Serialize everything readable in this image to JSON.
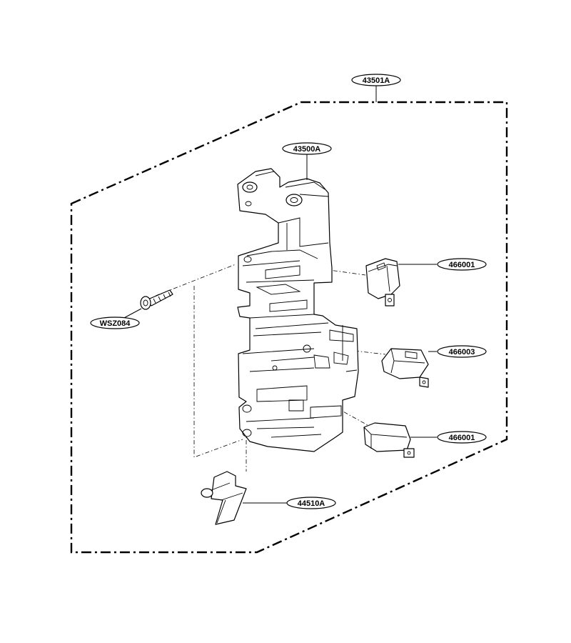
{
  "diagram": {
    "labels": {
      "assembly": "43501A",
      "frame": "43500A",
      "switch_top": "466001",
      "switch_mid": "466003",
      "switch_bottom": "466001",
      "screw": "WSZ084",
      "lever": "44510A"
    }
  }
}
